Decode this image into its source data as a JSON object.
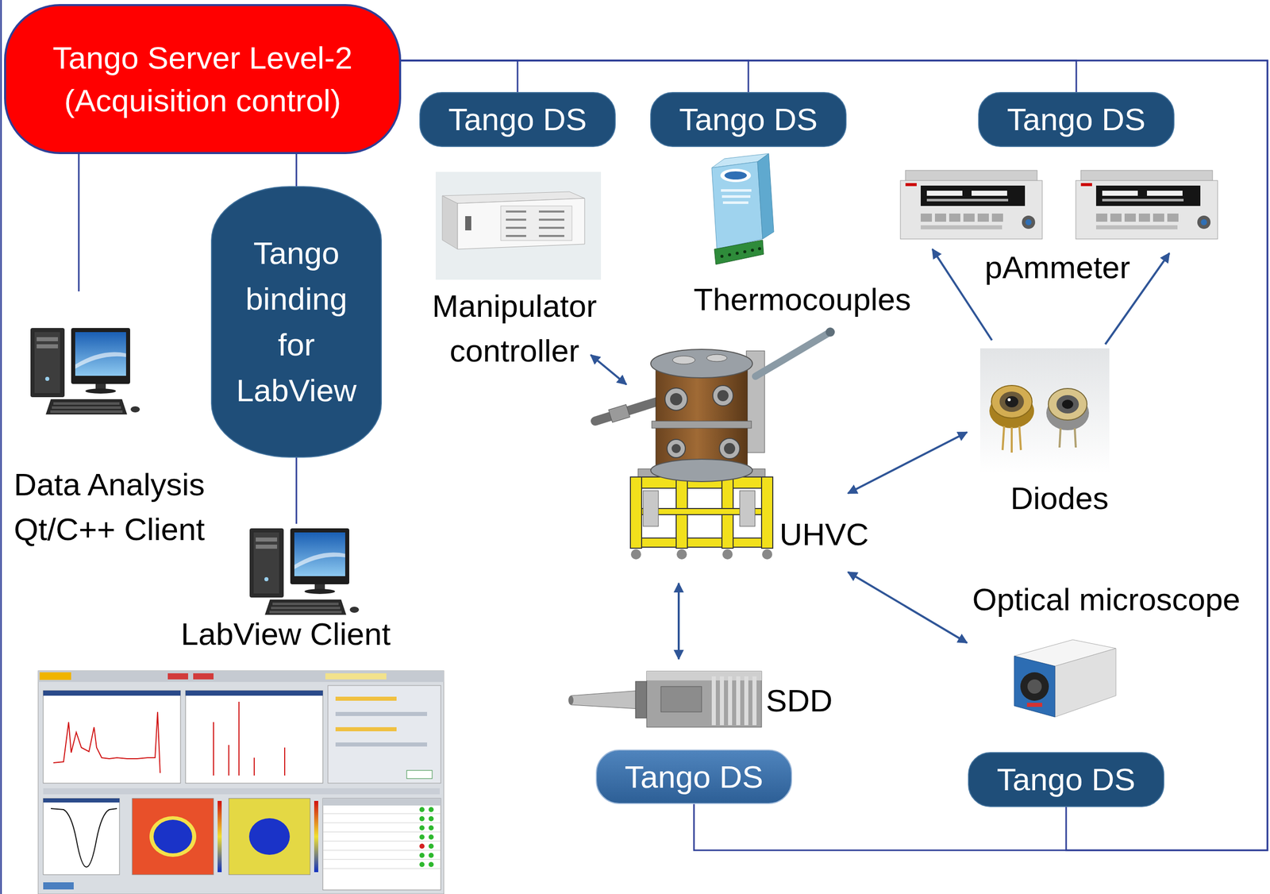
{
  "diagram": {
    "nodes": [
      {
        "text": [
          "Tango Server Level-2 (Acquisition control)"
        ]
      },
      {
        "text": [
          "Tango DS"
        ]
      },
      {
        "text": [
          "Tango DS"
        ]
      },
      {
        "text": [
          "Tango DS"
        ]
      },
      {
        "text": [
          "Tango binding for LabView"
        ]
      },
      {
        "text": [
          "Tango DS"
        ]
      },
      {
        "text": [
          "Tango DS"
        ]
      }
    ],
    "edges": [
      {
        "from": 0,
        "to": 1,
        "arrow": "none"
      },
      {
        "from": 0,
        "to": 2,
        "arrow": "none"
      },
      {
        "from": 0,
        "to": 3,
        "arrow": "none"
      },
      {
        "from": 0,
        "to": 5,
        "arrow": "none"
      },
      {
        "from": 0,
        "to": 6,
        "arrow": "none"
      },
      {
        "from": 0,
        "to": 4,
        "arrow": "none"
      }
    ],
    "labels": [
      "Manipulator controller",
      "Thermocouples",
      "pAmmeter",
      "Diodes",
      "UHVC",
      "Optical microscope",
      "SDD",
      "Data Analysis Qt/C++ Client",
      "LabView Client"
    ]
  }
}
